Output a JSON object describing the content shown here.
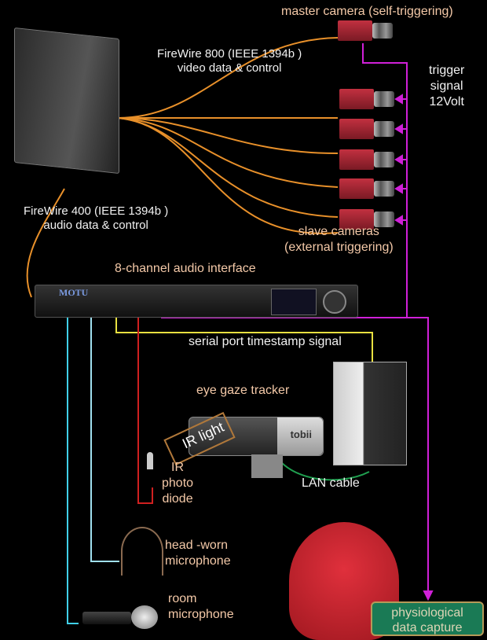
{
  "diagram": {
    "labels": {
      "master_camera": "master camera (self-triggering)",
      "firewire800_line1": "FireWire 800 (IEEE 1394b )",
      "firewire800_line2": "video data & control",
      "trigger_line1": "trigger",
      "trigger_line2": "signal",
      "trigger_line3": "12Volt",
      "firewire400_line1": "FireWire 400 (IEEE 1394b )",
      "firewire400_line2": "audio data & control",
      "slave_line1": "slave cameras",
      "slave_line2": "(external triggering)",
      "audio_interface": "8-channel audio interface",
      "serial_port": "serial port timestamp signal",
      "eye_tracker": "eye gaze tracker",
      "ir_light": "IR light",
      "ir_diode_line1": "IR",
      "ir_diode_line2": "photo",
      "ir_diode_line3": "diode",
      "lan_cable": "LAN cable",
      "head_mic_line1": "head -worn",
      "head_mic_line2": "microphone",
      "room_mic_line1": "room",
      "room_mic_line2": "microphone",
      "physio_line1": "physiological",
      "physio_line2": "data capture",
      "motu_brand": "MOTU",
      "tobii_brand": "tobii"
    },
    "colors": {
      "firewire": "#e8902a",
      "trigger": "#d020d8",
      "serial": "#e8e040",
      "ir_diode": "#d02020",
      "head_mic": "#a0e0f0",
      "room_mic": "#40d0e8",
      "lan": "#20a050",
      "physio_box": "#1a7a55"
    },
    "slave_camera_count": 5
  }
}
